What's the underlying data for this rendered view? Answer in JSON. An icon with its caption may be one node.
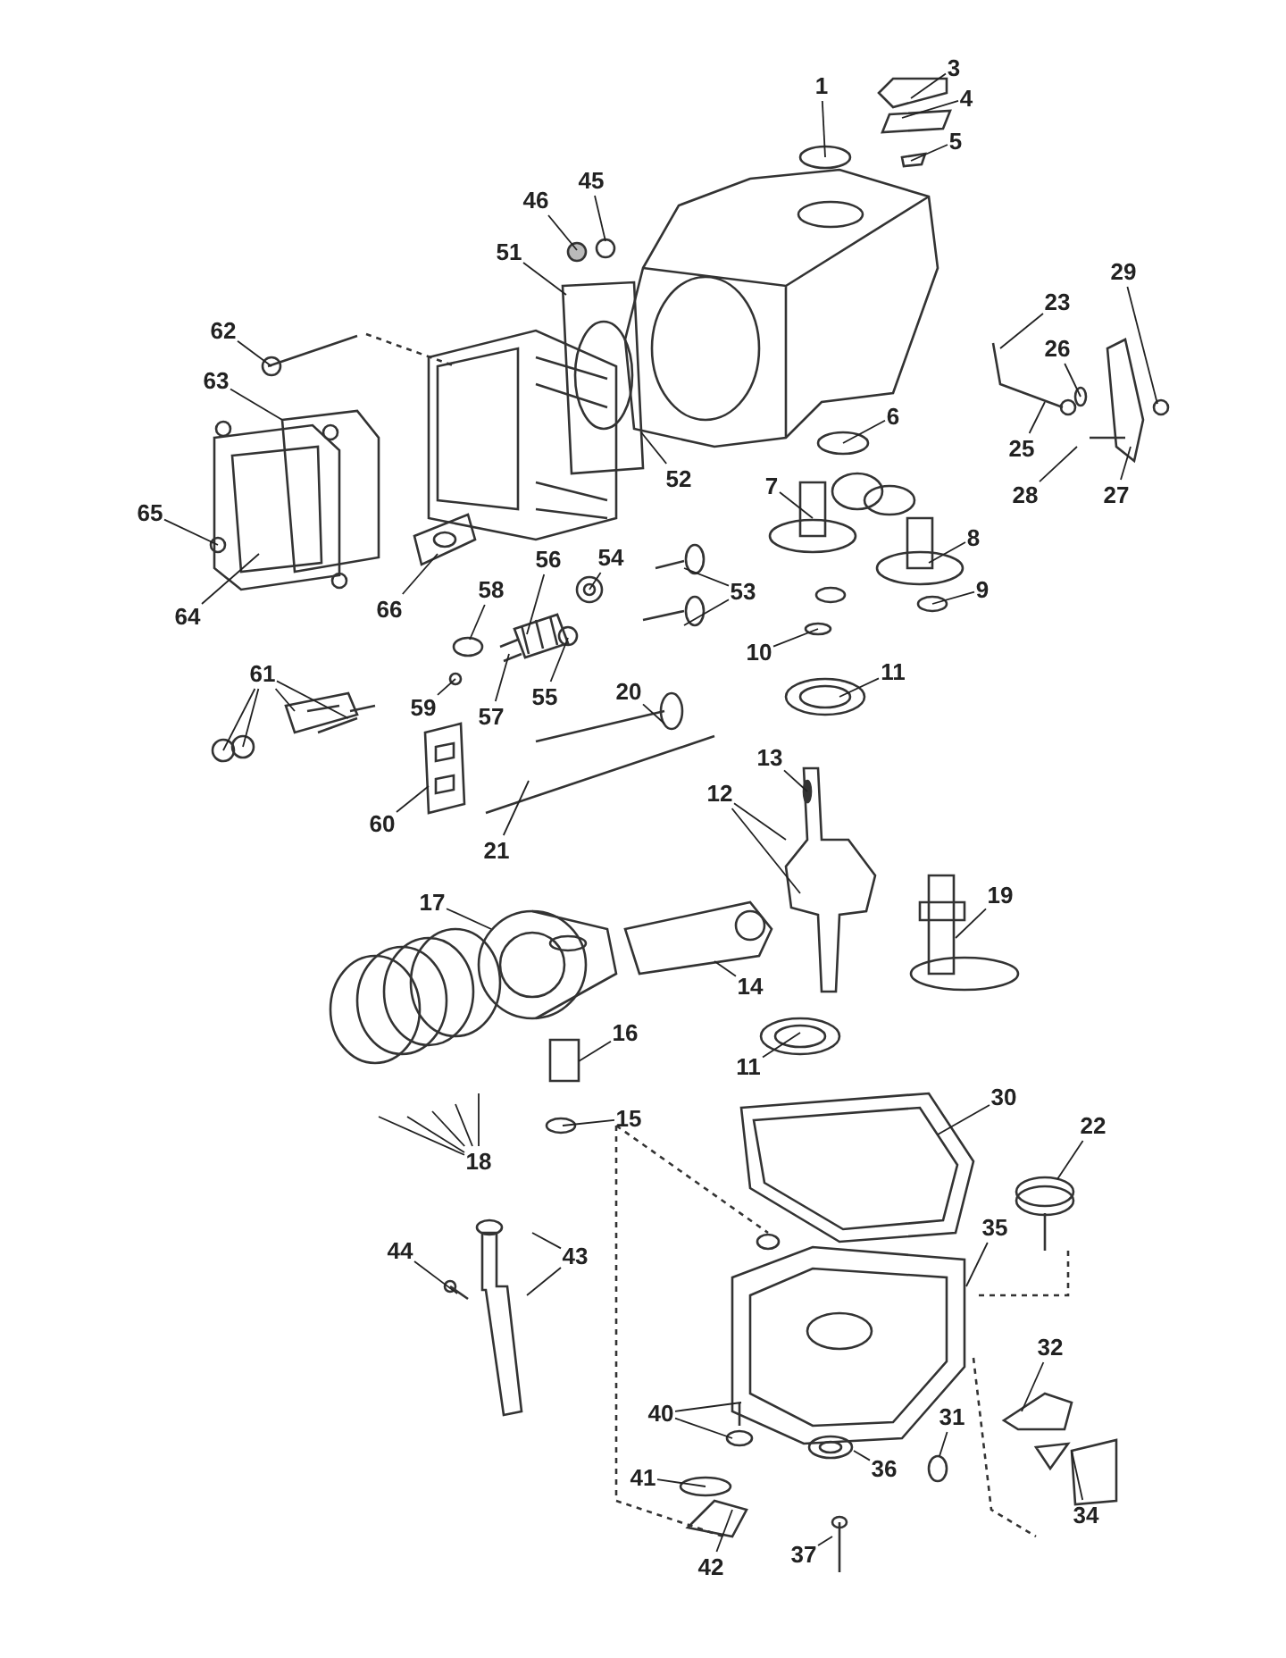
{
  "diagram": {
    "nodes": [
      {
        "text": [
          "3"
        ]
      },
      {
        "text": [
          "1"
        ]
      },
      {
        "text": [
          "4"
        ]
      },
      {
        "text": [
          "5"
        ]
      },
      {
        "text": [
          "45"
        ]
      },
      {
        "text": [
          "46"
        ]
      },
      {
        "text": [
          "51"
        ]
      },
      {
        "text": [
          "29"
        ]
      },
      {
        "text": [
          "23"
        ]
      },
      {
        "text": [
          "62"
        ]
      },
      {
        "text": [
          "26"
        ]
      },
      {
        "text": [
          "63"
        ]
      },
      {
        "text": [
          "6"
        ]
      },
      {
        "text": [
          "25"
        ]
      },
      {
        "text": [
          "27"
        ]
      },
      {
        "text": [
          "28"
        ]
      },
      {
        "text": [
          "52"
        ]
      },
      {
        "text": [
          "7"
        ]
      },
      {
        "text": [
          "65"
        ]
      },
      {
        "text": [
          "8"
        ]
      },
      {
        "text": [
          "56"
        ]
      },
      {
        "text": [
          "58"
        ]
      },
      {
        "text": [
          "54"
        ]
      },
      {
        "text": [
          "53"
        ]
      },
      {
        "text": [
          "9"
        ]
      },
      {
        "text": [
          "66"
        ]
      },
      {
        "text": [
          "64"
        ]
      },
      {
        "text": [
          "10"
        ]
      },
      {
        "text": [
          "11"
        ]
      },
      {
        "text": [
          "20"
        ]
      },
      {
        "text": [
          "61"
        ]
      },
      {
        "text": [
          "55"
        ]
      },
      {
        "text": [
          "59"
        ]
      },
      {
        "text": [
          "57"
        ]
      },
      {
        "text": [
          "13"
        ]
      },
      {
        "text": [
          "12"
        ]
      },
      {
        "text": [
          "60"
        ]
      },
      {
        "text": [
          "21"
        ]
      },
      {
        "text": [
          "19"
        ]
      },
      {
        "text": [
          "17"
        ]
      },
      {
        "text": [
          "14"
        ]
      },
      {
        "text": [
          "16"
        ]
      },
      {
        "text": [
          "11"
        ]
      },
      {
        "text": [
          "15"
        ]
      },
      {
        "text": [
          "30"
        ]
      },
      {
        "text": [
          "22"
        ]
      },
      {
        "text": [
          "18"
        ]
      },
      {
        "text": [
          "35"
        ]
      },
      {
        "text": [
          "43"
        ]
      },
      {
        "text": [
          "44"
        ]
      },
      {
        "text": [
          "32"
        ]
      },
      {
        "text": [
          "40"
        ]
      },
      {
        "text": [
          "31"
        ]
      },
      {
        "text": [
          "36"
        ]
      },
      {
        "text": [
          "41"
        ]
      },
      {
        "text": [
          "34"
        ]
      },
      {
        "text": [
          "37"
        ]
      },
      {
        "text": [
          "42"
        ]
      }
    ],
    "edges": [
      {
        "from": 0,
        "to": null,
        "arrow": "none"
      },
      {
        "from": 1,
        "to": null,
        "arrow": "none"
      },
      {
        "from": 2,
        "to": null,
        "arrow": "none"
      },
      {
        "from": 3,
        "to": null,
        "arrow": "none"
      },
      {
        "from": 4,
        "to": null,
        "arrow": "none"
      },
      {
        "from": 5,
        "to": null,
        "arrow": "none"
      },
      {
        "from": 6,
        "to": null,
        "arrow": "none"
      },
      {
        "from": 7,
        "to": null,
        "arrow": "none"
      },
      {
        "from": 8,
        "to": null,
        "arrow": "none"
      },
      {
        "from": 9,
        "to": null,
        "arrow": "none"
      },
      {
        "from": 10,
        "to": null,
        "arrow": "none"
      },
      {
        "from": 11,
        "to": null,
        "arrow": "none"
      },
      {
        "from": 12,
        "to": null,
        "arrow": "none"
      },
      {
        "from": 13,
        "to": null,
        "arrow": "none"
      },
      {
        "from": 14,
        "to": null,
        "arrow": "none"
      },
      {
        "from": 15,
        "to": null,
        "arrow": "none"
      },
      {
        "from": 16,
        "to": null,
        "arrow": "none"
      },
      {
        "from": 17,
        "to": null,
        "arrow": "none"
      },
      {
        "from": 18,
        "to": null,
        "arrow": "none"
      },
      {
        "from": 19,
        "to": null,
        "arrow": "none"
      },
      {
        "from": 20,
        "to": null,
        "arrow": "none"
      },
      {
        "from": 21,
        "to": null,
        "arrow": "none"
      },
      {
        "from": 22,
        "to": null,
        "arrow": "none"
      },
      {
        "from": 23,
        "to": null,
        "arrow": "none"
      },
      {
        "from": 23,
        "to": null,
        "arrow": "none"
      },
      {
        "from": 24,
        "to": null,
        "arrow": "none"
      },
      {
        "from": 25,
        "to": null,
        "arrow": "none"
      },
      {
        "from": 26,
        "to": null,
        "arrow": "none"
      },
      {
        "from": 27,
        "to": null,
        "arrow": "none"
      },
      {
        "from": 28,
        "to": null,
        "arrow": "none"
      },
      {
        "from": 29,
        "to": null,
        "arrow": "none"
      },
      {
        "from": 30,
        "to": null,
        "arrow": "none"
      },
      {
        "from": 30,
        "to": null,
        "arrow": "none"
      },
      {
        "from": 30,
        "to": null,
        "arrow": "none"
      },
      {
        "from": 30,
        "to": null,
        "arrow": "none"
      },
      {
        "from": 31,
        "to": null,
        "arrow": "none"
      },
      {
        "from": 32,
        "to": null,
        "arrow": "none"
      },
      {
        "from": 33,
        "to": null,
        "arrow": "none"
      },
      {
        "from": 34,
        "to": null,
        "arrow": "none"
      },
      {
        "from": 35,
        "to": null,
        "arrow": "none"
      },
      {
        "from": 35,
        "to": null,
        "arrow": "none"
      },
      {
        "from": 36,
        "to": null,
        "arrow": "none"
      },
      {
        "from": 37,
        "to": null,
        "arrow": "none"
      },
      {
        "from": 38,
        "to": null,
        "arrow": "none"
      },
      {
        "from": 39,
        "to": null,
        "arrow": "none"
      },
      {
        "from": 40,
        "to": null,
        "arrow": "none"
      },
      {
        "from": 41,
        "to": null,
        "arrow": "none"
      },
      {
        "from": 42,
        "to": null,
        "arrow": "none"
      },
      {
        "from": 43,
        "to": null,
        "arrow": "none"
      },
      {
        "from": 44,
        "to": null,
        "arrow": "none"
      },
      {
        "from": 45,
        "to": null,
        "arrow": "none"
      },
      {
        "from": 46,
        "to": null,
        "arrow": "none"
      },
      {
        "from": 46,
        "to": null,
        "arrow": "none"
      },
      {
        "from": 46,
        "to": null,
        "arrow": "none"
      },
      {
        "from": 46,
        "to": null,
        "arrow": "none"
      },
      {
        "from": 46,
        "to": null,
        "arrow": "none"
      },
      {
        "from": 47,
        "to": null,
        "arrow": "none"
      },
      {
        "from": 48,
        "to": null,
        "arrow": "none"
      },
      {
        "from": 48,
        "to": null,
        "arrow": "none"
      },
      {
        "from": 49,
        "to": null,
        "arrow": "none"
      },
      {
        "from": 50,
        "to": null,
        "arrow": "none"
      },
      {
        "from": 51,
        "to": null,
        "arrow": "none"
      },
      {
        "from": 51,
        "to": null,
        "arrow": "none"
      },
      {
        "from": 52,
        "to": null,
        "arrow": "none"
      },
      {
        "from": 53,
        "to": null,
        "arrow": "none"
      },
      {
        "from": 54,
        "to": null,
        "arrow": "none"
      },
      {
        "from": 55,
        "to": null,
        "arrow": "none"
      },
      {
        "from": 56,
        "to": null,
        "arrow": "none"
      },
      {
        "from": 57,
        "to": null,
        "arrow": "none"
      }
    ]
  }
}
